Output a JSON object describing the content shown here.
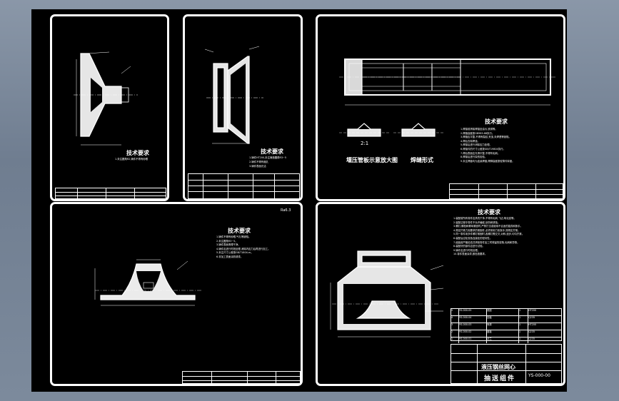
{
  "sheet1": {
    "notes_title": "技术要求",
    "notes_line": "1.未注圆角R2,铸件不得有砂眼"
  },
  "sheet2": {
    "notes_title": "技术要求",
    "notes": [
      "1.铸件HT200,未注铸造圆角R3~5",
      "2.铸件不得有缩孔",
      "3.铸件表面光洁"
    ]
  },
  "sheet3": {
    "notes_title": "技术要求",
    "notes": [
      "1.焊接前清除焊接处油污,铁锈等。",
      "2.焊缝高度按GB985-88执行。",
      "3.焊缝应平整,不得有裂纹,夹渣,未焊透等缺陷。",
      "4.焊后去除焊渣。",
      "5.焊接后进行消除应力处理。",
      "6.焊接件的尺寸公差按GB/T19804执行。",
      "7.焊后表面应光滑平整,不得有毛刺。",
      "8.焊接后进行探伤检验。",
      "9.未注焊缝均为连续焊缝,焊脚高度按较薄件厚度。"
    ],
    "caption1": "堰压管板示意放大图",
    "caption2": "焊缝形式",
    "scale": "2:1"
  },
  "sheet4": {
    "notes_title": "技术要求",
    "notes": [
      "1.铸件不得有砂眼,气孔等缺陷。",
      "2.未注圆角R3~5。",
      "3.铸件表面清理干净。",
      "4.铸件应进行时效处理,消除内应力后再进行加工。",
      "5.未注尺寸公差按GB/T1804-m。",
      "6.非加工表面涂防锈漆。"
    ],
    "corner_mark": "Ra6.3"
  },
  "sheet5": {
    "notes_title": "技术要求",
    "notes": [
      "1.装配前所有零件应清洗干净,不得有毛刺,飞边,氧化皮等。",
      "2.装配过程中零件不允许磕碰,划伤和锈蚀。",
      "3.螺钉,螺栓和螺母紧固时,严禁打击或使用不合适的旋具和扳手。",
      "4.规定拧紧力矩要求的紧固件,必须采用力矩扳手,按规定拧紧。",
      "5.同一零件用多件螺钉紧固时,各螺钉需交叉,对称,逐步,均匀拧紧。",
      "6.装配后应检查各连接处的密封性。",
      "7.组装前严格检查并清除零件加工时残留的锐角,毛刺和异物。",
      "8.装配好的部件应进行试验。",
      "9.铸件应进行时效处理。",
      "10.零件表面涂漆,颜色按要求。"
    ],
    "title_block": {
      "product_name": "液压钢丝网心",
      "drawing_name": "抽送组件",
      "drawing_no": "YS-000-00"
    },
    "parts_table": [
      [
        "5",
        "YS-000-05",
        "底座",
        "1",
        "HT200"
      ],
      [
        "4",
        "YS-000-04",
        "挡板",
        "1",
        "Q235"
      ],
      [
        "3",
        "YS-000-03",
        "壳体",
        "1",
        "HT200"
      ],
      [
        "2",
        "YS-000-02",
        "盖板",
        "1",
        "Q235"
      ],
      [
        "1",
        "YS-000-01",
        "法兰",
        "1",
        "Q235"
      ]
    ]
  }
}
